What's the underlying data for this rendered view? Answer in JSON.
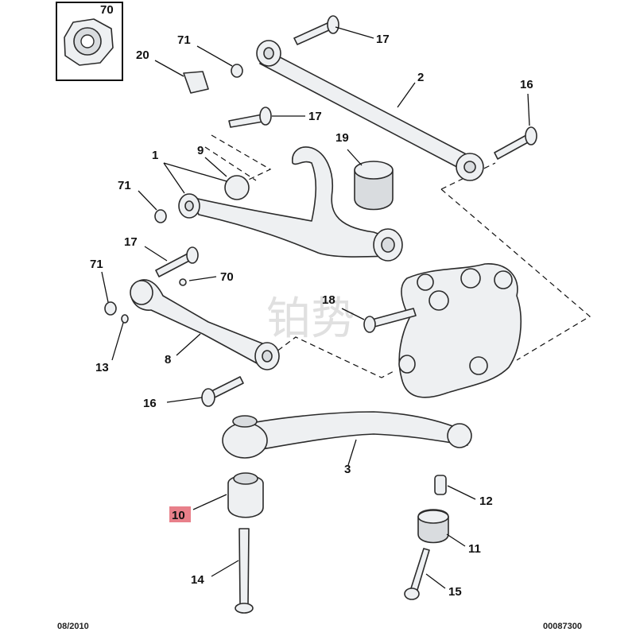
{
  "diagram": {
    "footer": {
      "date": "08/2010",
      "reference": "00087300"
    },
    "watermark": "铂势",
    "callouts": {
      "c70_inset": "70",
      "c71_top": "71",
      "c20": "20",
      "c17_top": "17",
      "c2": "2",
      "c16_right": "16",
      "c17_mid": "17",
      "c19": "19",
      "c1": "1",
      "c9": "9",
      "c71_left": "71",
      "c17_lower": "17",
      "c70_mid": "70",
      "c71_lower": "71",
      "c18": "18",
      "c13": "13",
      "c8": "8",
      "c16_lower": "16",
      "c3": "3",
      "c10": "10",
      "c12": "12",
      "c11": "11",
      "c14": "14",
      "c15": "15"
    },
    "highlight_color": "#e8808a"
  }
}
